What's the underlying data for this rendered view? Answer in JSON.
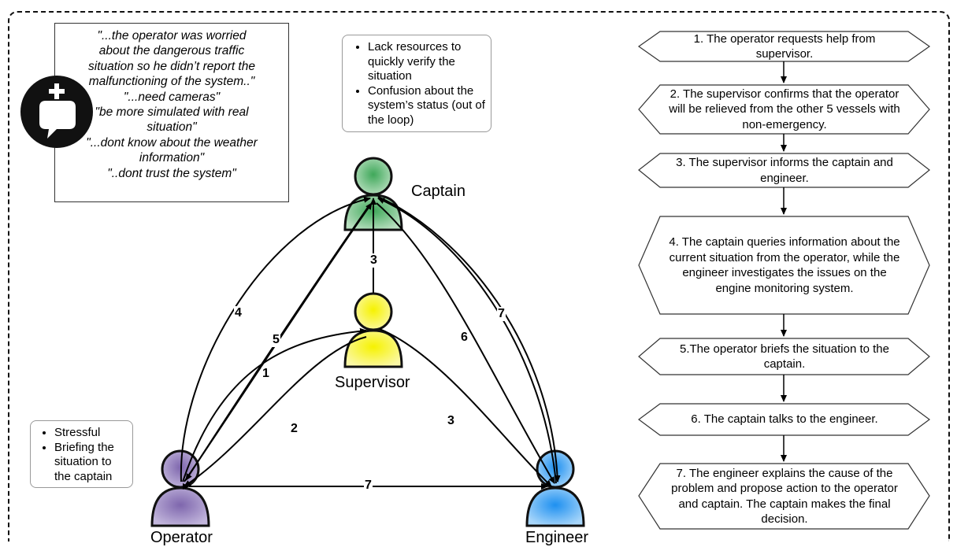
{
  "quote_box": {
    "lines": [
      "\"...the operator was worried",
      "about the dangerous traffic",
      "situation so he didn’t report the",
      "malfunctioning of the system..\"",
      "\"...need cameras\"",
      "\"be more simulated with real",
      "situation\"",
      "\"...dont know about the weather",
      "information\"",
      "\"..dont trust the system\""
    ]
  },
  "note_top": {
    "items": [
      "Lack resources to quickly verify the situation",
      "Confusion about the system’s status (out of the loop)"
    ]
  },
  "note_left": {
    "items": [
      "Stressful",
      "Briefing the situation to the captain"
    ]
  },
  "people": {
    "captain": {
      "label": "Captain",
      "color": "#7fc48f"
    },
    "supervisor": {
      "label": "Supervisor",
      "color": "#f2ee4a"
    },
    "operator": {
      "label": "Operator",
      "color": "#9c89c2"
    },
    "engineer": {
      "label": "Engineer",
      "color": "#62b4ef"
    }
  },
  "edges": {
    "l1": "1",
    "l2": "2",
    "l3a": "3",
    "l3b": "3",
    "l4": "4",
    "l5": "5",
    "l6": "6",
    "l7a": "7",
    "l7b": "7"
  },
  "steps": [
    "1. The operator requests help from supervisor.",
    "2. The supervisor confirms that the operator will be relieved from the other 5 vessels with non-emergency.",
    "3. The supervisor informs the captain and engineer.",
    "4. The captain queries information about the current situation from the operator, while the engineer investigates the issues on the engine monitoring system.",
    "5.The operator briefs the situation to the captain.",
    "6. The captain talks to the engineer.",
    "7. The engineer explains the cause of the problem and propose action to the operator and captain. The captain makes the final decision."
  ]
}
